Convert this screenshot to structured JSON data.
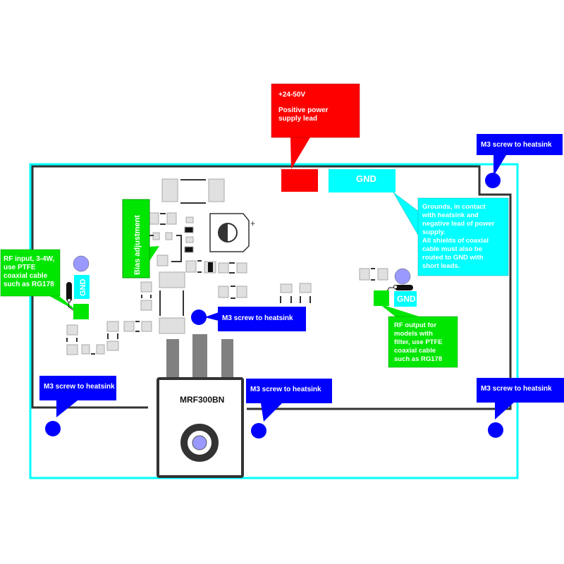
{
  "diagram": {
    "title": "RF amplifier PCB mounting and connection diagram",
    "colors": {
      "heatsink_outline": "#00ffff",
      "board_outline": "#333333",
      "power_callout": "#ff0000",
      "gnd_callout": "#00ffff",
      "rf_callout": "#00e600",
      "screw_callout": "#0000ff",
      "screw_hole": "#0000ff",
      "coax_center": "#9999ff",
      "pad": "#e0e0e0",
      "transistor_lead": "#808080"
    },
    "callouts": {
      "power": {
        "line1": "+24-50V",
        "line2": "Positive power",
        "line3": "supply lead"
      },
      "gnd_pad": {
        "label": "GND"
      },
      "grounds": {
        "lines": [
          "Grounds, in contact",
          "with heatsink and",
          "negative lead of power",
          "supply.",
          "All shields of coaxial",
          "cable must also be",
          "routed to GND with",
          "short leads."
        ]
      },
      "rf_input": {
        "lines": [
          "RF input, 3-4W,",
          "use PTFE",
          "coaxial cable",
          "such as RG178"
        ],
        "gnd_label": "GND"
      },
      "rf_output": {
        "lines": [
          "RF output for",
          "models with",
          "filter, use PTFE",
          "coaxial cable",
          "such as RG178"
        ],
        "gnd_label": "GND"
      },
      "bias": {
        "label": "Bias adjustment"
      },
      "screws": [
        {
          "id": "top-right",
          "label": "M3 screw to heatsink"
        },
        {
          "id": "center",
          "label": "M3 screw to heatsink"
        },
        {
          "id": "bottom-left",
          "label": "M3 screw to heatsink"
        },
        {
          "id": "bottom-middle",
          "label": "M3 screw to heatsink"
        },
        {
          "id": "bottom-right",
          "label": "M3 screw to heatsink"
        }
      ]
    },
    "transistor": {
      "label": "MRF300BN"
    },
    "trimmer": {
      "polarity_mark": "+"
    }
  }
}
